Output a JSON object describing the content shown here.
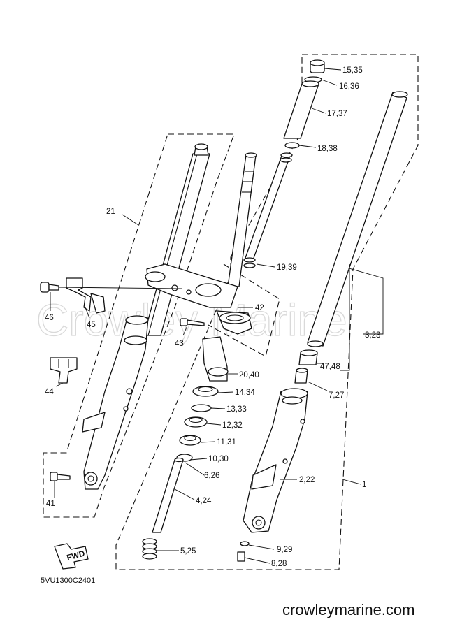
{
  "watermark": "Crowley Marine",
  "footer": {
    "diagram_code": "5VU1300C2401",
    "website": "crowleymarine.com",
    "fwd_label": "FWD"
  },
  "callouts": {
    "c_15_35": "15,35",
    "c_16_36": "16,36",
    "c_17_37": "17,37",
    "c_18_38": "18,38",
    "c_21": "21",
    "c_19_39": "19,39",
    "c_46": "46",
    "c_45": "45",
    "c_42": "42",
    "c_43": "43",
    "c_3_23": "3,23",
    "c_44": "44",
    "c_20_40": "20,40",
    "c_47_48": "47,48",
    "c_14_34": "14,34",
    "c_7_27": "7,27",
    "c_13_33": "13,33",
    "c_12_32": "12,32",
    "c_11_31": "11,31",
    "c_10_30": "10,30",
    "c_6_26": "6,26",
    "c_2_22": "2,22",
    "c_1": "1",
    "c_41": "41",
    "c_4_24": "4,24",
    "c_9_29": "9,29",
    "c_5_25": "5,25",
    "c_8_28": "8,28"
  }
}
